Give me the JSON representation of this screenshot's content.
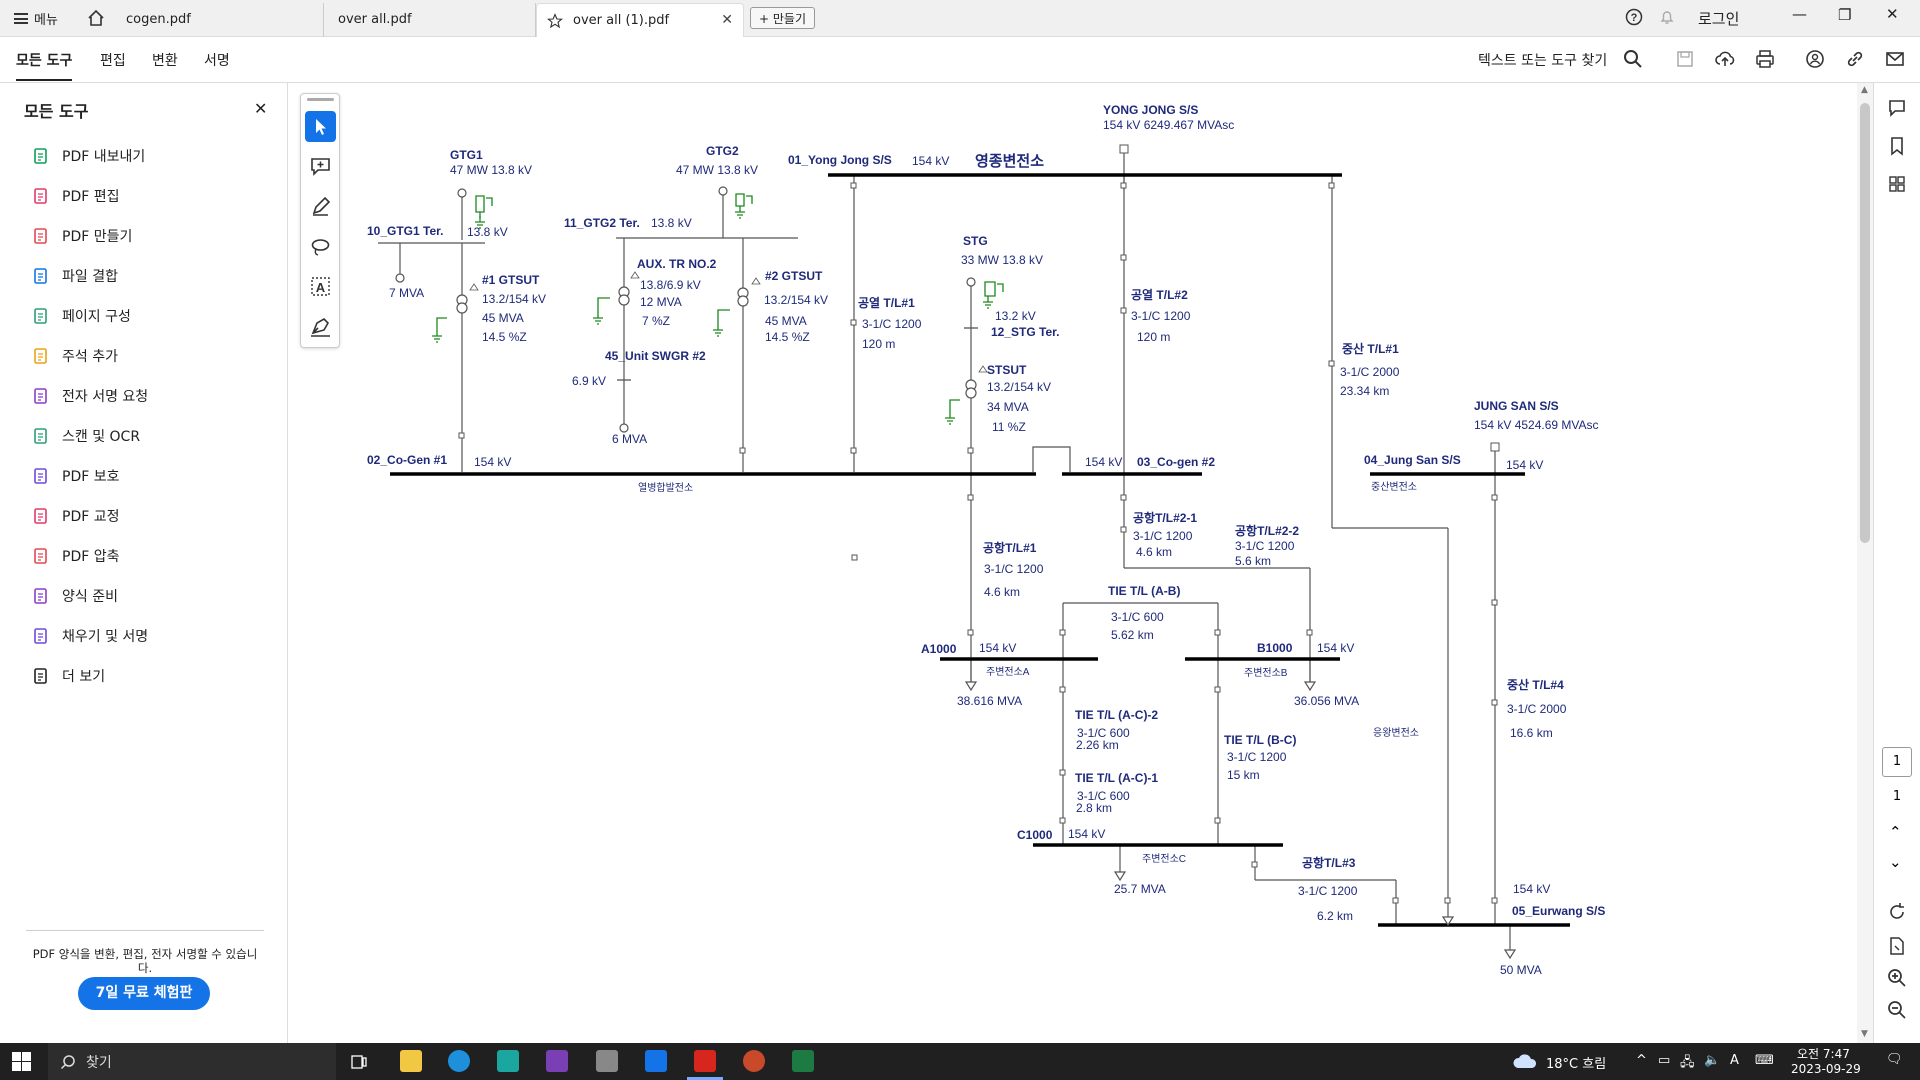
{
  "titlebar": {
    "menu_label": "메뉴",
    "tabs": [
      {
        "label": "cogen.pdf"
      },
      {
        "label": "over all.pdf"
      },
      {
        "label": "over all (1).pdf"
      }
    ],
    "new_tab_label": "+ 만들기",
    "login_label": "로그인"
  },
  "toolbar": {
    "menus": [
      "모든 도구",
      "편집",
      "변환",
      "서명"
    ],
    "search_label": "텍스트 또는 도구 찾기"
  },
  "sidebar": {
    "title": "모든 도구",
    "items": [
      {
        "label": "PDF 내보내기",
        "icon": "export-pdf-icon",
        "color": "#0f9d58"
      },
      {
        "label": "PDF 편집",
        "icon": "edit-pdf-icon",
        "color": "#e03c6a"
      },
      {
        "label": "PDF 만들기",
        "icon": "create-pdf-icon",
        "color": "#e34850"
      },
      {
        "label": "파일 결합",
        "icon": "combine-files-icon",
        "color": "#1473e6"
      },
      {
        "label": "페이지 구성",
        "icon": "organize-pages-icon",
        "color": "#2d9d78"
      },
      {
        "label": "주석 추가",
        "icon": "comment-icon",
        "color": "#e8a317"
      },
      {
        "label": "전자 서명 요청",
        "icon": "request-esign-icon",
        "color": "#8b3fc9"
      },
      {
        "label": "스캔 및 OCR",
        "icon": "scan-ocr-icon",
        "color": "#2d9d78"
      },
      {
        "label": "PDF 보호",
        "icon": "protect-pdf-icon",
        "color": "#6e4bd8"
      },
      {
        "label": "PDF 교정",
        "icon": "redact-pdf-icon",
        "color": "#e03c6a"
      },
      {
        "label": "PDF 압축",
        "icon": "compress-pdf-icon",
        "color": "#e34850"
      },
      {
        "label": "양식 준비",
        "icon": "prepare-form-icon",
        "color": "#8b3fc9"
      },
      {
        "label": "채우기 및 서명",
        "icon": "fill-sign-icon",
        "color": "#6e4bd8"
      },
      {
        "label": "더 보기",
        "icon": "more-tools-icon",
        "color": "#222222"
      }
    ],
    "promo_text": "PDF 양식을 변환, 편집, 전자 서명할 수 있습니다.",
    "trial_button": "7일 무료 체험판"
  },
  "page_nav": {
    "current": "1",
    "total": "1"
  },
  "diagram": {
    "yongjong_ss": "YONG JONG S/S",
    "yongjong_rating": "154 kV   6249.467 MVAsc",
    "bus01": "01_Yong Jong S/S",
    "bus01_kv": "154 kV",
    "bus01_kr": "영종변전소",
    "gtg1": "GTG1",
    "gtg1_rating": "47 MW  13.8 kV",
    "gtg2": "GTG2",
    "gtg2_rating": "47 MW  13.8 kV",
    "gtg1_ter": "10_GTG1 Ter.",
    "gtg1_ter_kv": "13.8 kV",
    "gtg2_ter": "11_GTG2 Ter.",
    "gtg2_ter_kv": "13.8 kV",
    "load_7mva": "7 MVA",
    "gtsut1": "#1 GTSUT",
    "gtsut1_l1": "13.2/154 kV",
    "gtsut1_l2": "45 MVA",
    "gtsut1_l3": "14.5 %Z",
    "auxtr": "AUX. TR NO.2",
    "auxtr_l1": "13.8/6.9 kV",
    "auxtr_l2": "12 MVA",
    "auxtr_l3": "7 %Z",
    "gtsut2": "#2 GTSUT",
    "gtsut2_l1": "13.2/154 kV",
    "gtsut2_l2": "45 MVA",
    "gtsut2_l3": "14.5 %Z",
    "swgr": "45_Unit SWGR #2",
    "swgr_kv": "6.9 kV",
    "load_6mva": "6 MVA",
    "tl1_kr": "공열 T/L#1",
    "tl1_l1": "3-1/C 1200",
    "tl1_l2": "120 m",
    "stg": "STG",
    "stg_rating": "33 MW  13.8 kV",
    "stg_kv": "13.2 kV",
    "stg_ter": "12_STG Ter.",
    "stsut": "STSUT",
    "stsut_l1": "13.2/154 kV",
    "stsut_l2": "34 MVA",
    "stsut_l3": "11 %Z",
    "tl2_kr": "공열 T/L#2",
    "tl2_l1": "3-1/C 1200",
    "tl2_l2": "120 m",
    "jungsan_tl1": "중산 T/L#1",
    "jungsan_tl1_l1": "3-1/C 2000",
    "jungsan_tl1_l2": "23.34 km",
    "jungsan_ss": "JUNG SAN S/S",
    "jungsan_rating": "154 kV   4524.69 MVAsc",
    "bus02": "02_Co-Gen #1",
    "bus02_kv": "154 kV",
    "bus02_kr": "열병합발전소",
    "bus03_kv": "154 kV",
    "bus03": "03_Co-gen #2",
    "bus04": "04_Jung San S/S",
    "bus04_kv": "154 kV",
    "bus04_kr": "중산변전소",
    "apt_tl1": "공항T/L#1",
    "apt_tl1_l1": "3-1/C 1200",
    "apt_tl1_l2": "4.6 km",
    "apt_tl21": "공항T/L#2-1",
    "apt_tl21_l1": "3-1/C 1200",
    "apt_tl21_l2": "4.6 km",
    "apt_tl22": "공항T/L#2-2",
    "apt_tl22_l1": "3-1/C 1200",
    "apt_tl22_l2": "5.6 km",
    "tie_ab": "TIE T/L (A-B)",
    "tie_ab_l1": "3-1/C 600",
    "tie_ab_l2": "5.62 km",
    "a1000": "A1000",
    "a1000_kv": "154 kV",
    "a1000_kr": "주변전소A",
    "a1000_load": "38.616 MVA",
    "b1000": "B1000",
    "b1000_kv": "154 kV",
    "b1000_kr": "주변전소B",
    "b1000_load": "36.056 MVA",
    "eungwang": "응왕변전소",
    "tie_ac2": "TIE T/L (A-C)-2",
    "tie_ac2_l1": "3-1/C 600",
    "tie_ac2_l2": "2.26 km",
    "tie_ac1": "TIE T/L (A-C)-1",
    "tie_ac1_l1": "3-1/C 600",
    "tie_ac1_l2": "2.8 km",
    "tie_bc": "TIE T/L (B-C)",
    "tie_bc_l1": "3-1/C 1200",
    "tie_bc_l2": "15 km",
    "jungsan_tl4": "중산 T/L#4",
    "jungsan_tl4_l1": "3-1/C 2000",
    "jungsan_tl4_l2": "16.6 km",
    "c1000": "C1000",
    "c1000_kv": "154 kV",
    "c1000_kr": "주변전소C",
    "c1000_load": "25.7 MVA",
    "apt_tl3": "공항T/L#3",
    "apt_tl3_l1": "3-1/C 1200",
    "apt_tl3_l2": "6.2 km",
    "bus05_kv": "154 kV",
    "bus05": "05_Eurwang S/S",
    "bus05_load": "50 MVA"
  },
  "taskbar": {
    "search_label": "찾기",
    "weather": "18°C  흐림",
    "time": "오전 7:47",
    "date": "2023-09-29",
    "ime": "A"
  },
  "colors": {
    "accent": "#1473e6",
    "diagram_text": "#1f2a7a",
    "wire": "#555555",
    "bus": "#000000",
    "green": "#1a8a1a"
  }
}
